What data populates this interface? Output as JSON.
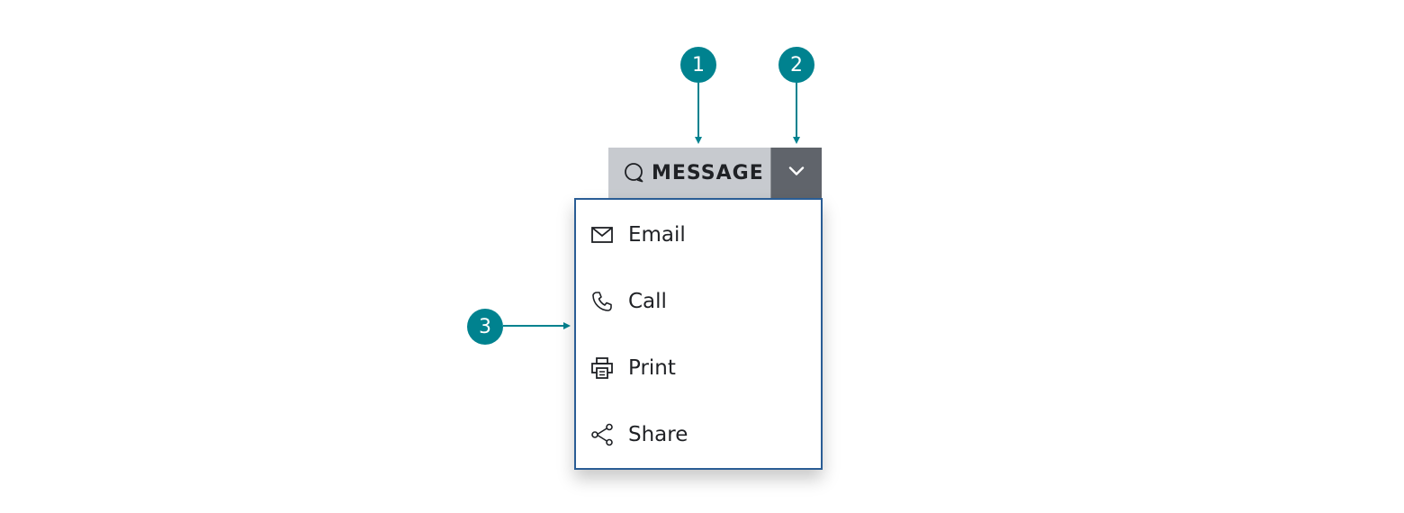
{
  "callouts": [
    {
      "number": "1",
      "target": "main-button"
    },
    {
      "number": "2",
      "target": "toggle-button"
    },
    {
      "number": "3",
      "target": "dropdown-menu"
    }
  ],
  "split_button": {
    "label": "MESSAGE",
    "icon": "message-icon",
    "toggle_icon": "chevron-down-icon"
  },
  "menu": {
    "items": [
      {
        "label": "Email",
        "icon": "mail-icon"
      },
      {
        "label": "Call",
        "icon": "phone-icon"
      },
      {
        "label": "Print",
        "icon": "printer-icon"
      },
      {
        "label": "Share",
        "icon": "share-icon"
      }
    ]
  },
  "colors": {
    "callout": "#00828f",
    "main_button_bg": "#c7cacf",
    "toggle_bg": "#60646b",
    "menu_border": "#2a5d95",
    "text": "#1f2125"
  }
}
